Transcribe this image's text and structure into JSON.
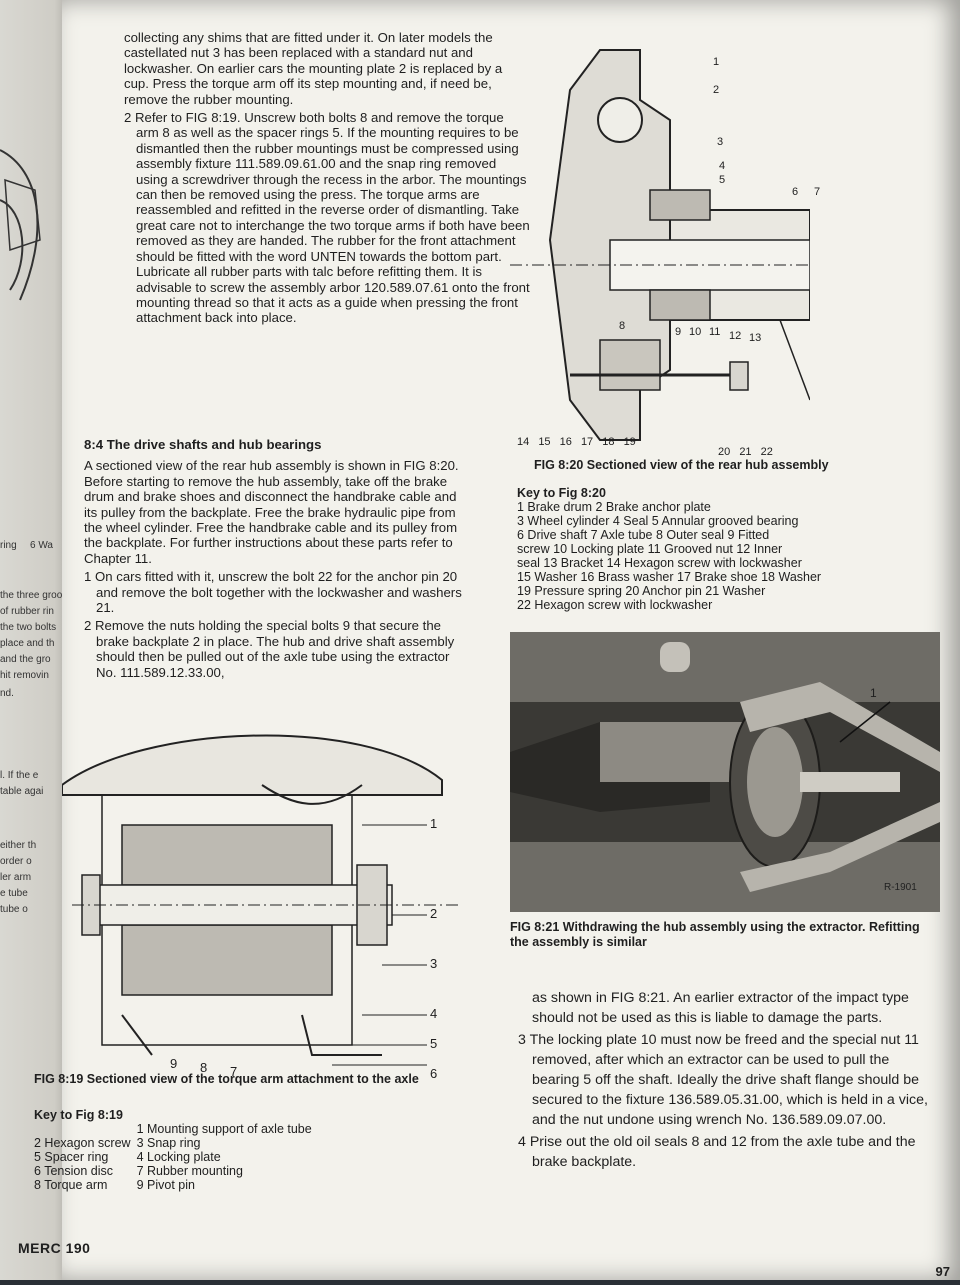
{
  "left_page_fragments": [
    "ring",
    "6 Wa",
    "the three groo",
    "of rubber rin",
    "the two bolts",
    "place and th",
    "and the gro",
    "hit removin",
    "nd.",
    "l. If the e",
    "table agai",
    "either th",
    "order o",
    "ler arm",
    "e tube",
    "tube o"
  ],
  "col_left_top": [
    "collecting any shims that are fitted under it. On later models the castellated nut 3 has been replaced with a standard nut and lockwasher. On earlier cars the mounting plate 2 is replaced by a cup. Press the torque arm off its step mounting and, if need be, remove the rubber mounting.",
    "2 Refer to FIG 8:19. Unscrew both bolts 8 and remove the torque arm 8 as well as the spacer rings 5. If the mounting requires to be dismantled then the rubber mountings must be compressed using assembly fixture 111.589.09.61.00 and the snap ring removed using a screwdriver through the recess in the arbor. The mountings can then be removed using the press. The torque arms are reassembled and refitted in the reverse order of dismantling. Take great care not to interchange the two torque arms if both have been removed as they are handed. The rubber for the front attachment should be fitted with the word UNTEN towards the bottom part. Lubricate all rubber parts with talc before refitting them. It is advisable to screw the assembly arbor 120.589.07.61 onto the front mounting thread so that it acts as a guide when pressing the front attachment back into place."
  ],
  "section_heading": "8:4 The drive shafts and hub bearings",
  "col_left_mid": [
    "A sectioned view of the rear hub assembly is shown in FIG 8:20. Before starting to remove the hub assembly, take off the brake drum and brake shoes and disconnect the handbrake cable and its pulley from the backplate. Free the brake hydraulic pipe from the wheel cylinder. Free the handbrake cable and its pulley from the backplate. For further instructions about these parts refer to Chapter 11.",
    "1 On cars fitted with it, unscrew the bolt 22 for the anchor pin 20 and remove the bolt together with the lockwasher and washers 21.",
    "2 Remove the nuts holding the special bolts 9 that secure the brake backplate 2 in place. The hub and drive shaft assembly should then be pulled out of the axle tube using the extractor No. 111.589.12.33.00,"
  ],
  "fig19": {
    "caption": "FIG 8:19 Sectioned view of the torque arm attachment to the axle",
    "callouts_right": [
      "1",
      "2",
      "3",
      "4",
      "5",
      "6"
    ],
    "callouts_bottom": [
      "9",
      "8",
      "7"
    ],
    "key_title": "Key to Fig 8:19",
    "key_rows": [
      [
        "",
        "1 Mounting support of axle tube"
      ],
      [
        "2 Hexagon screw",
        "3 Snap ring"
      ],
      [
        "5 Spacer ring",
        "4 Locking plate"
      ],
      [
        "6 Tension disc",
        "7 Rubber mounting"
      ],
      [
        "8 Torque arm",
        "9 Pivot pin"
      ]
    ]
  },
  "fig20": {
    "caption": "FIG 8:20 Sectioned view of the rear hub assembly",
    "callouts_right": [
      "1",
      "2",
      "3",
      "4",
      "5",
      "6",
      "7"
    ],
    "callouts_mid": [
      "8",
      "9",
      "10",
      "11",
      "12",
      "13"
    ],
    "callouts_bottom_left": [
      "14",
      "15",
      "16",
      "17",
      "18",
      "19"
    ],
    "callouts_bottom_right": [
      "20",
      "21",
      "22"
    ],
    "key_title": "Key to Fig 8:20",
    "key_lines": [
      "1 Brake drum    2 Brake anchor plate",
      "3 Wheel cylinder    4 Seal    5 Annular grooved bearing",
      "6 Drive shaft    7 Axle tube    8 Outer seal    9 Fitted",
      "screw    10 Locking plate    11 Grooved nut    12 Inner",
      "seal    13 Bracket    14 Hexagon screw with lockwasher",
      "15 Washer    16 Brass washer    17 Brake shoe    18 Washer",
      "19 Pressure spring    20 Anchor pin    21 Washer",
      "22 Hexagon screw with lockwasher"
    ]
  },
  "fig21": {
    "caption": "FIG 8:21 Withdrawing the hub assembly using the extractor. Refitting the assembly is similar",
    "callout": "1",
    "plate_code": "R-1901"
  },
  "col_right_bottom": [
    "as shown in FIG 8:21. An earlier extractor of the impact type should not be used as this is liable to damage the parts.",
    "3 The locking plate 10 must now be freed and the special nut 11 removed, after which an extractor can be used to pull the bearing 5 off the shaft. Ideally the drive shaft flange should be secured to the fixture 136.589.05.31.00, which is held in a vice, and the nut undone using wrench No. 136.589.09.07.00.",
    "4 Prise out the old oil seals 8 and 12 from the axle tube and the brake backplate."
  ],
  "footer": "MERC 190",
  "page_number": "97"
}
